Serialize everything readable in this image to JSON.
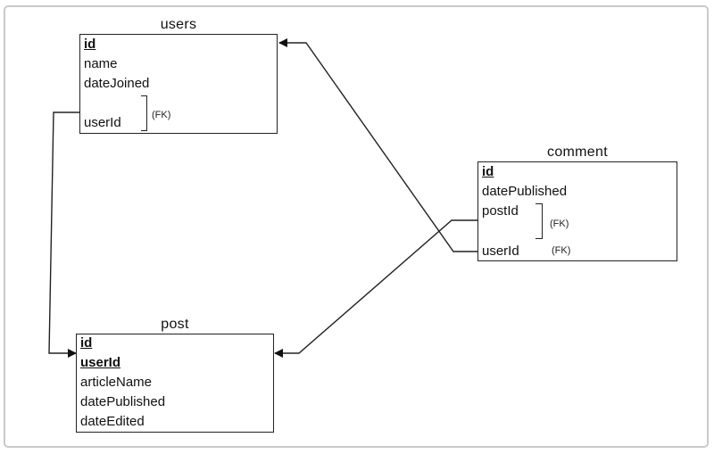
{
  "entities": {
    "users": {
      "title": "users",
      "attributes": [
        "id",
        "name",
        "dateJoined",
        "userId"
      ],
      "fk_note": "(FK)"
    },
    "post": {
      "title": "post",
      "attributes": [
        "id",
        "userId",
        "articleName",
        "datePublished",
        "dateEdited"
      ]
    },
    "comment": {
      "title": "comment",
      "attributes": [
        "id",
        "datePublished",
        "postId",
        "userId"
      ],
      "fk_note_1": "(FK)",
      "fk_note_2": "(FK)"
    }
  },
  "relationships": [
    {
      "from": "users.userId",
      "to": "post"
    },
    {
      "from": "comment.userId",
      "to": "users"
    },
    {
      "from": "comment.postId",
      "to": "post"
    }
  ]
}
